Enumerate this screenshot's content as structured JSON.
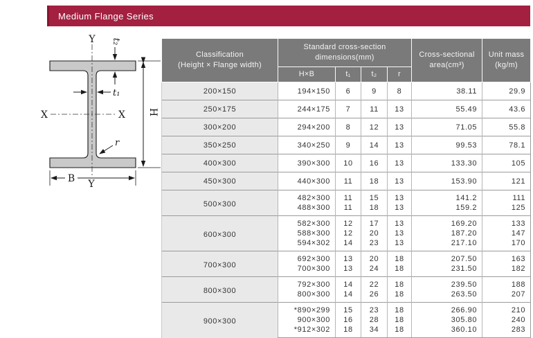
{
  "title_bar": {
    "label": "Medium Flange Series",
    "bg_color": "#a32040"
  },
  "diagram": {
    "name": "h-beam-cross-section",
    "labels": {
      "y_top": "Y",
      "y_bottom": "Y",
      "x_left": "X",
      "x_right": "X",
      "t1": "t₁",
      "t2": "t₂",
      "r": "r",
      "height": "H",
      "width": "B"
    },
    "fill_color": "#c9c9c9"
  },
  "table": {
    "header": {
      "classification_line1": "Classification",
      "classification_line2": "(Height × Flange width)",
      "dims_line1": "Standard cross-section",
      "dims_line2": "dimensions(mm)",
      "sub_hb": "H×B",
      "sub_t1": "t₁",
      "sub_t2": "t₂",
      "sub_r": "r",
      "area_line1": "Cross-sectional",
      "area_line2": "area(cm³)",
      "mass_line1": "Unit mass",
      "mass_line2": "(kg/m)"
    },
    "groups": [
      {
        "classification": "200×150",
        "rows": [
          {
            "hb": "194×150",
            "t1": "6",
            "t2": "9",
            "r": "8",
            "area": "38.11",
            "mass": "29.9"
          }
        ]
      },
      {
        "classification": "250×175",
        "rows": [
          {
            "hb": "244×175",
            "t1": "7",
            "t2": "11",
            "r": "13",
            "area": "55.49",
            "mass": "43.6"
          }
        ]
      },
      {
        "classification": "300×200",
        "rows": [
          {
            "hb": "294×200",
            "t1": "8",
            "t2": "12",
            "r": "13",
            "area": "71.05",
            "mass": "55.8"
          }
        ]
      },
      {
        "classification": "350×250",
        "rows": [
          {
            "hb": "340×250",
            "t1": "9",
            "t2": "14",
            "r": "13",
            "area": "99.53",
            "mass": "78.1"
          }
        ]
      },
      {
        "classification": "400×300",
        "rows": [
          {
            "hb": "390×300",
            "t1": "10",
            "t2": "16",
            "r": "13",
            "area": "133.30",
            "mass": "105"
          }
        ]
      },
      {
        "classification": "450×300",
        "rows": [
          {
            "hb": "440×300",
            "t1": "11",
            "t2": "18",
            "r": "13",
            "area": "153.90",
            "mass": "121"
          }
        ]
      },
      {
        "classification": "500×300",
        "rows": [
          {
            "hb": "482×300",
            "t1": "11",
            "t2": "15",
            "r": "13",
            "area": "141.2",
            "mass": "111"
          },
          {
            "hb": "488×300",
            "t1": "11",
            "t2": "18",
            "r": "13",
            "area": "159.2",
            "mass": "125"
          }
        ]
      },
      {
        "classification": "600×300",
        "rows": [
          {
            "hb": "582×300",
            "t1": "12",
            "t2": "17",
            "r": "13",
            "area": "169.20",
            "mass": "133"
          },
          {
            "hb": "588×300",
            "t1": "12",
            "t2": "20",
            "r": "13",
            "area": "187.20",
            "mass": "147"
          },
          {
            "hb": "594×302",
            "t1": "14",
            "t2": "23",
            "r": "13",
            "area": "217.10",
            "mass": "170"
          }
        ]
      },
      {
        "classification": "700×300",
        "rows": [
          {
            "hb": "692×300",
            "t1": "13",
            "t2": "20",
            "r": "18",
            "area": "207.50",
            "mass": "163"
          },
          {
            "hb": "700×300",
            "t1": "13",
            "t2": "24",
            "r": "18",
            "area": "231.50",
            "mass": "182"
          }
        ]
      },
      {
        "classification": "800×300",
        "rows": [
          {
            "hb": "792×300",
            "t1": "14",
            "t2": "22",
            "r": "18",
            "area": "239.50",
            "mass": "188"
          },
          {
            "hb": "800×300",
            "t1": "14",
            "t2": "26",
            "r": "18",
            "area": "263.50",
            "mass": "207"
          }
        ]
      },
      {
        "classification": "900×300",
        "rows": [
          {
            "hb": "*890×299",
            "t1": "15",
            "t2": "23",
            "r": "18",
            "area": "266.90",
            "mass": "210"
          },
          {
            "hb": "900×300",
            "t1": "16",
            "t2": "28",
            "r": "18",
            "area": "305.80",
            "mass": "240"
          },
          {
            "hb": "*912×302",
            "t1": "18",
            "t2": "34",
            "r": "18",
            "area": "360.10",
            "mass": "283"
          }
        ]
      }
    ]
  }
}
